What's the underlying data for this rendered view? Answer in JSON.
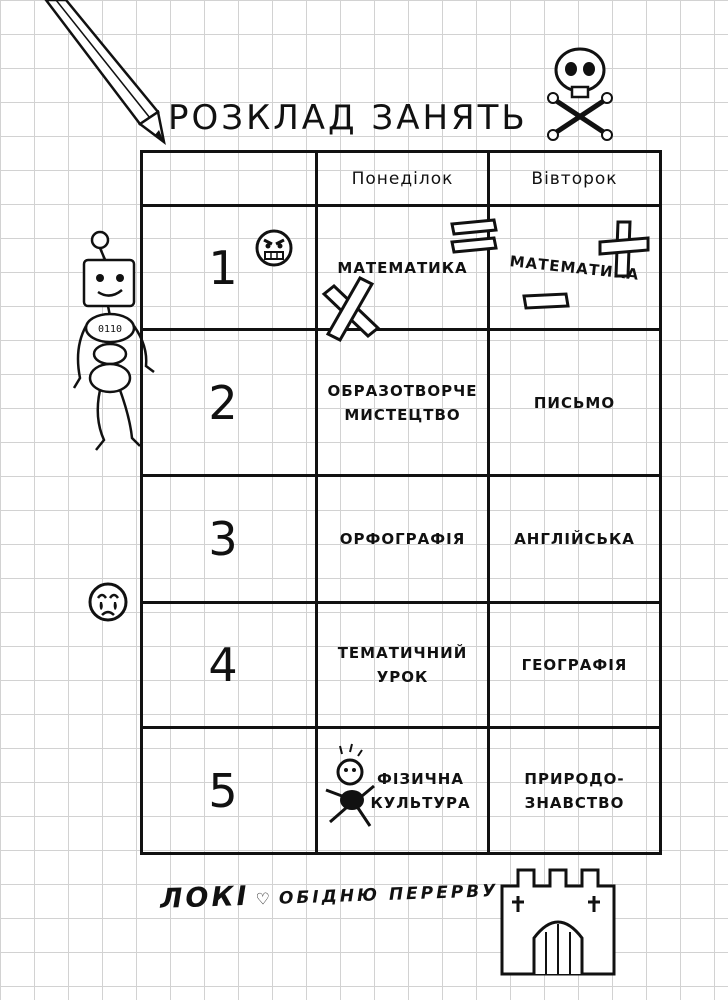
{
  "title": "РОЗКЛАД ЗАНЯТЬ",
  "days": [
    "Понеділок",
    "Вівторок"
  ],
  "lessons": [
    {
      "number": "1",
      "monday": [
        "МАТЕМАТИКА"
      ],
      "tuesday": [
        "МАТЕМАТИКА"
      ]
    },
    {
      "number": "2",
      "monday": [
        "ОБРАЗОТВОРЧЕ",
        "МИСТЕЦТВО"
      ],
      "tuesday": [
        "ПИСЬМО"
      ]
    },
    {
      "number": "3",
      "monday": [
        "ОРФОГРАФІЯ"
      ],
      "tuesday": [
        "АНГЛІЙСЬКА"
      ]
    },
    {
      "number": "4",
      "monday": [
        "ТЕМАТИЧНИЙ",
        "УРОК"
      ],
      "tuesday": [
        "ГЕОГРАФІЯ"
      ]
    },
    {
      "number": "5",
      "monday": [
        "ФІЗИЧНА",
        "КУЛЬТУРА"
      ],
      "tuesday": [
        "ПРИРОДО-",
        "ЗНАВСТВО"
      ]
    }
  ],
  "footer": {
    "name": "ЛОКІ",
    "heart": "♡",
    "rest": "ОБІДНЮ ПЕРЕРВУ"
  },
  "robot_chest_label": "0110"
}
